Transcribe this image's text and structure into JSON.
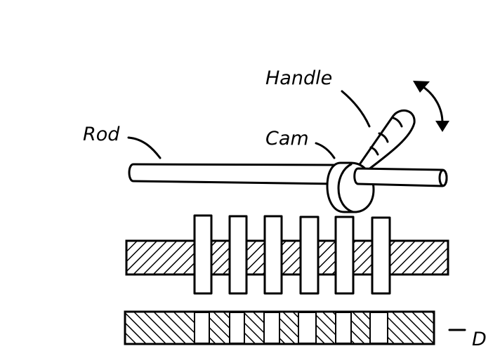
{
  "labels": {
    "handle": "Handle",
    "rod": "Rod",
    "cam": "Cam",
    "d": "D"
  },
  "pins": 6,
  "colors": {
    "ink": "#000000",
    "paper": "#ffffff"
  }
}
